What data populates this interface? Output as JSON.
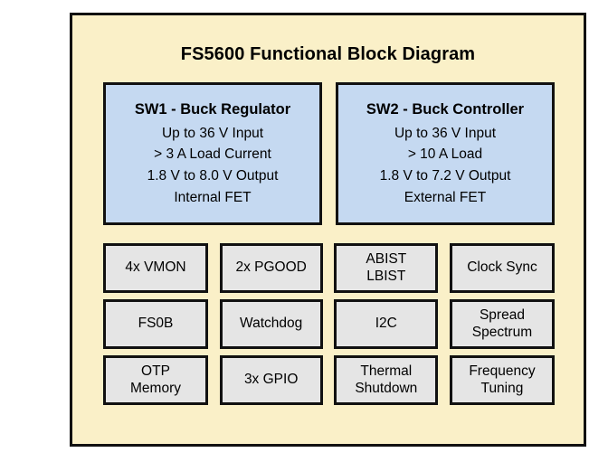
{
  "title": "FS5600 Functional Block Diagram",
  "colors": {
    "panel_background": "#faf0c8",
    "panel_border": "#111111",
    "switcher_block_fill": "#c5d9f1",
    "feature_block_fill": "#e5e5e5",
    "text": "#000000"
  },
  "switchers": [
    {
      "title": "SW1 - Buck Regulator",
      "specs": [
        "Up to 36 V Input",
        "> 3 A Load Current",
        "1.8 V to 8.0 V Output",
        "Internal FET"
      ]
    },
    {
      "title": "SW2 - Buck Controller",
      "specs": [
        "Up to 36 V Input",
        "> 10 A Load",
        "1.8 V to 7.2 V Output",
        "External FET"
      ]
    }
  ],
  "features": [
    {
      "name": "vmon",
      "lines": [
        "4x VMON"
      ]
    },
    {
      "name": "pgood",
      "lines": [
        "2x PGOOD"
      ]
    },
    {
      "name": "abist-lbist",
      "lines": [
        "ABIST",
        "LBIST"
      ]
    },
    {
      "name": "clock-sync",
      "lines": [
        "Clock Sync"
      ]
    },
    {
      "name": "fs0b",
      "lines": [
        "FS0B"
      ]
    },
    {
      "name": "watchdog",
      "lines": [
        "Watchdog"
      ]
    },
    {
      "name": "i2c",
      "lines": [
        "I2C"
      ]
    },
    {
      "name": "spread-spectrum",
      "lines": [
        "Spread",
        "Spectrum"
      ]
    },
    {
      "name": "otp-memory",
      "lines": [
        "OTP",
        "Memory"
      ]
    },
    {
      "name": "gpio",
      "lines": [
        "3x GPIO"
      ]
    },
    {
      "name": "thermal-shutdown",
      "lines": [
        "Thermal",
        "Shutdown"
      ]
    },
    {
      "name": "frequency-tuning",
      "lines": [
        "Frequency",
        "Tuning"
      ]
    }
  ]
}
